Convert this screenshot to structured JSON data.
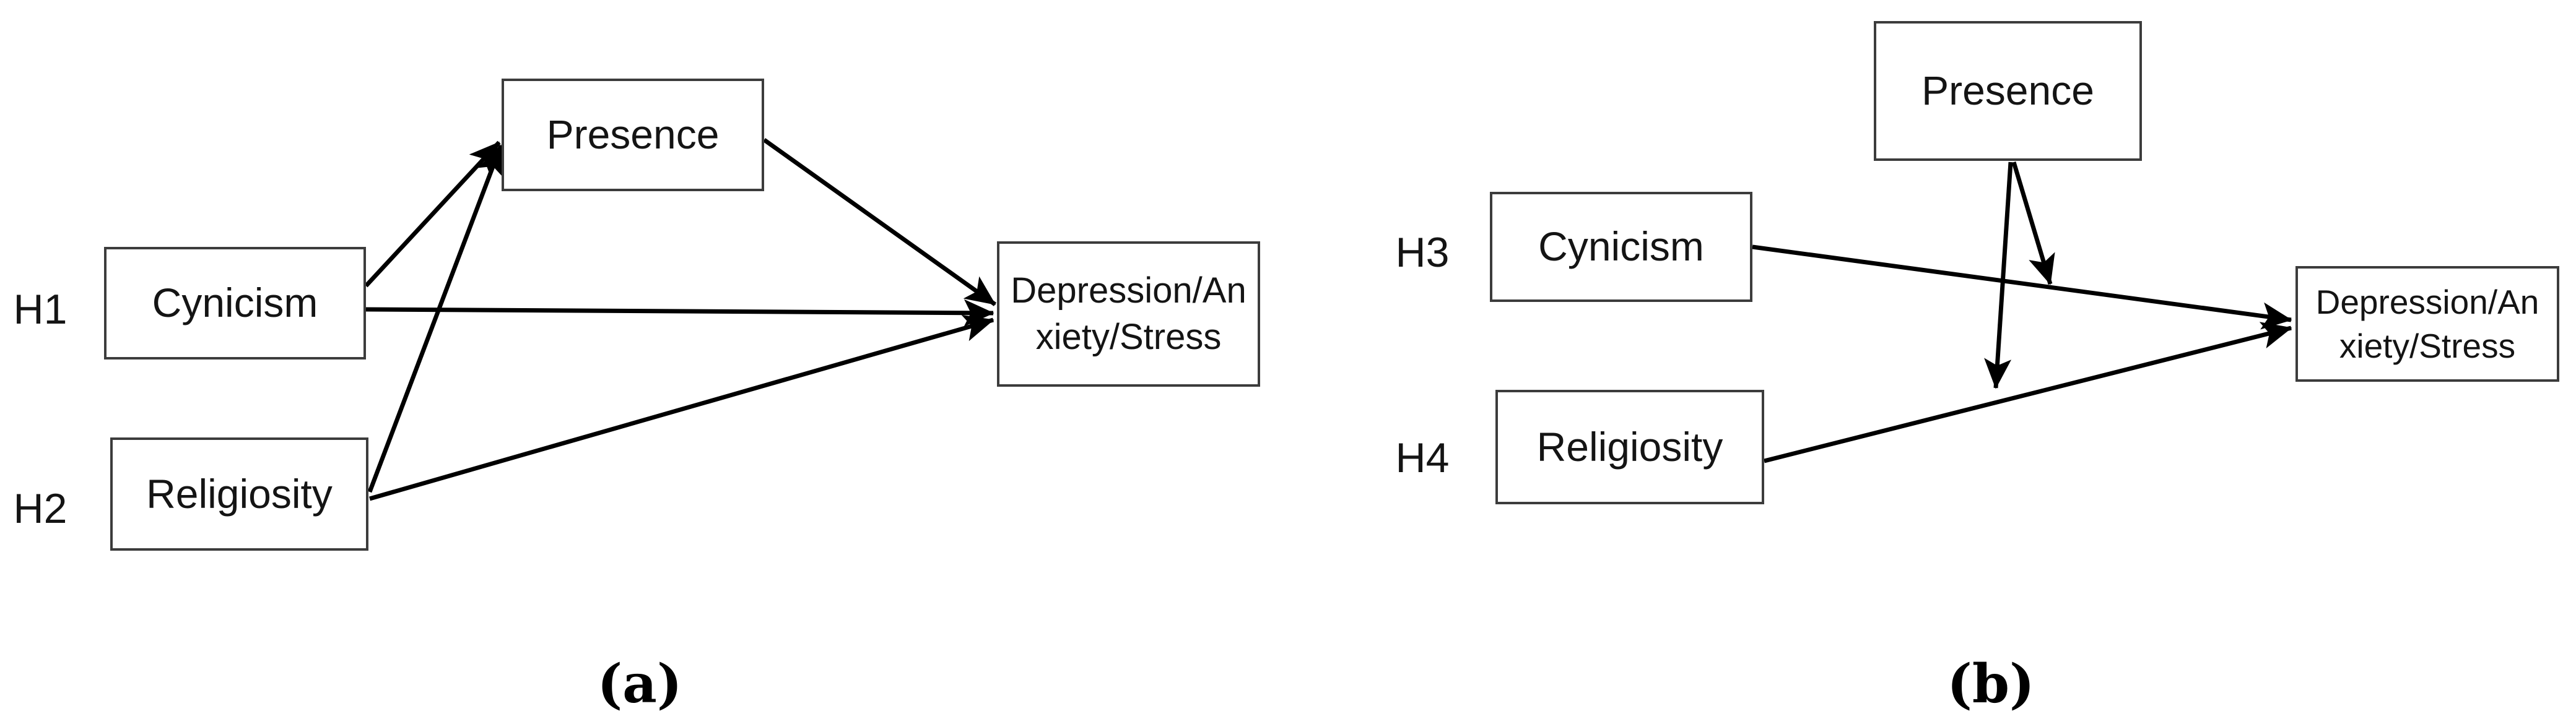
{
  "figure": {
    "background_color": "#ffffff",
    "box_border_color": "#3c3c3c",
    "arrow_color": "#000000",
    "text_color": "#141414"
  },
  "panel_a": {
    "caption": "(a)",
    "labels": {
      "h1": "H1",
      "h2": "H2"
    },
    "nodes": {
      "cynicism": "Cynicism",
      "religiosity": "Religiosity",
      "presence": "Presence",
      "outcome_line1": "Depression/An",
      "outcome_line2": "xiety/Stress"
    },
    "edges": [
      {
        "from": "Cynicism",
        "to": "Presence"
      },
      {
        "from": "Religiosity",
        "to": "Presence"
      },
      {
        "from": "Cynicism",
        "to": "Depression/Anxiety/Stress"
      },
      {
        "from": "Religiosity",
        "to": "Depression/Anxiety/Stress"
      },
      {
        "from": "Presence",
        "to": "Depression/Anxiety/Stress"
      }
    ]
  },
  "panel_b": {
    "caption": "(b)",
    "labels": {
      "h3": "H3",
      "h4": "H4"
    },
    "nodes": {
      "cynicism": "Cynicism",
      "religiosity": "Religiosity",
      "presence": "Presence",
      "outcome_line1": "Depression/An",
      "outcome_line2": "xiety/Stress"
    },
    "edges": [
      {
        "from": "Cynicism",
        "to": "Depression/Anxiety/Stress"
      },
      {
        "from": "Religiosity",
        "to": "Depression/Anxiety/Stress"
      },
      {
        "from": "Presence",
        "to": "path Cynicism to Depression/Anxiety/Stress (moderation)"
      },
      {
        "from": "Presence",
        "to": "path Religiosity to Depression/Anxiety/Stress (moderation)"
      }
    ]
  }
}
